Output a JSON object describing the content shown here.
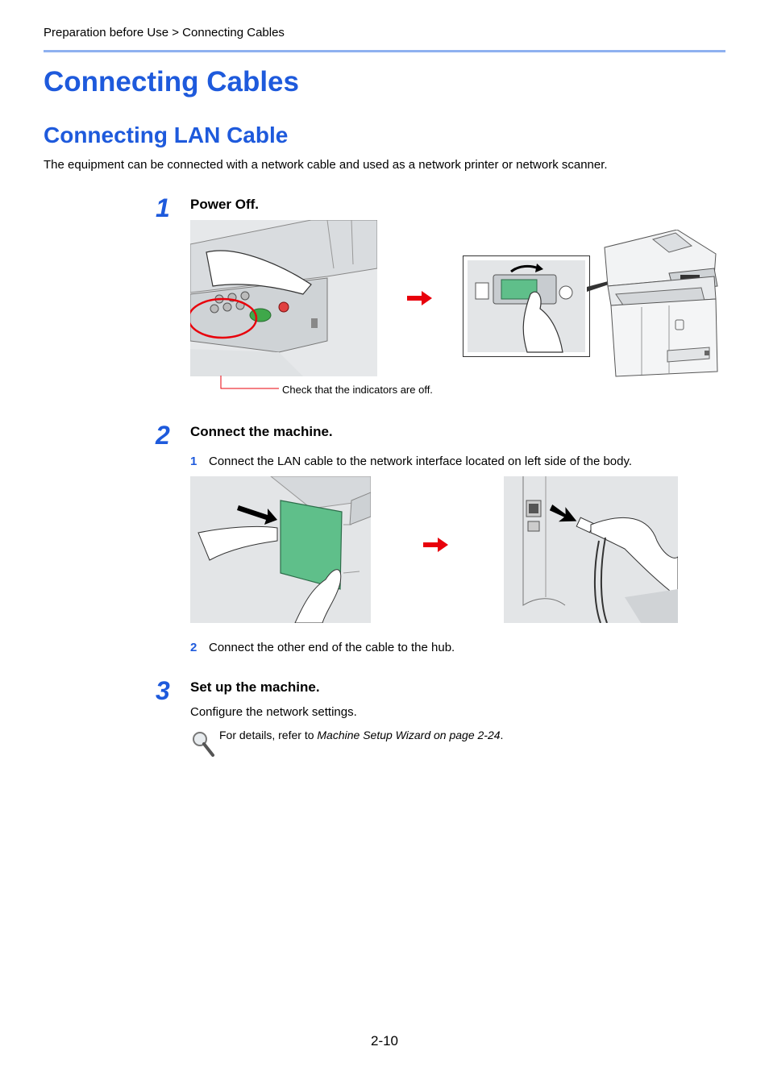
{
  "breadcrumb": "Preparation before Use > Connecting Cables",
  "title": "Connecting Cables",
  "section": "Connecting LAN Cable",
  "intro": "The equipment can be connected with a network cable and used as a network printer or network scanner.",
  "steps": [
    {
      "number": "1",
      "title": "Power Off.",
      "caption": "Check that the indicators are off."
    },
    {
      "number": "2",
      "title": "Connect the machine.",
      "substeps": [
        {
          "number": "1",
          "text": "Connect the LAN cable to the network interface located on left side of the body."
        },
        {
          "number": "2",
          "text": "Connect the other end of the cable to the hub."
        }
      ]
    },
    {
      "number": "3",
      "title": "Set up the machine.",
      "text": "Configure the network settings.",
      "note": {
        "prefix": "For details, refer to ",
        "link": "Machine Setup Wizard on page 2-24",
        "suffix": "."
      }
    }
  ],
  "page_number": "2-10",
  "colors": {
    "accent": "#1e5adc",
    "arrow": "#e8000b",
    "highlight": "#e8000b",
    "panel_green": "#5fbf8a"
  }
}
